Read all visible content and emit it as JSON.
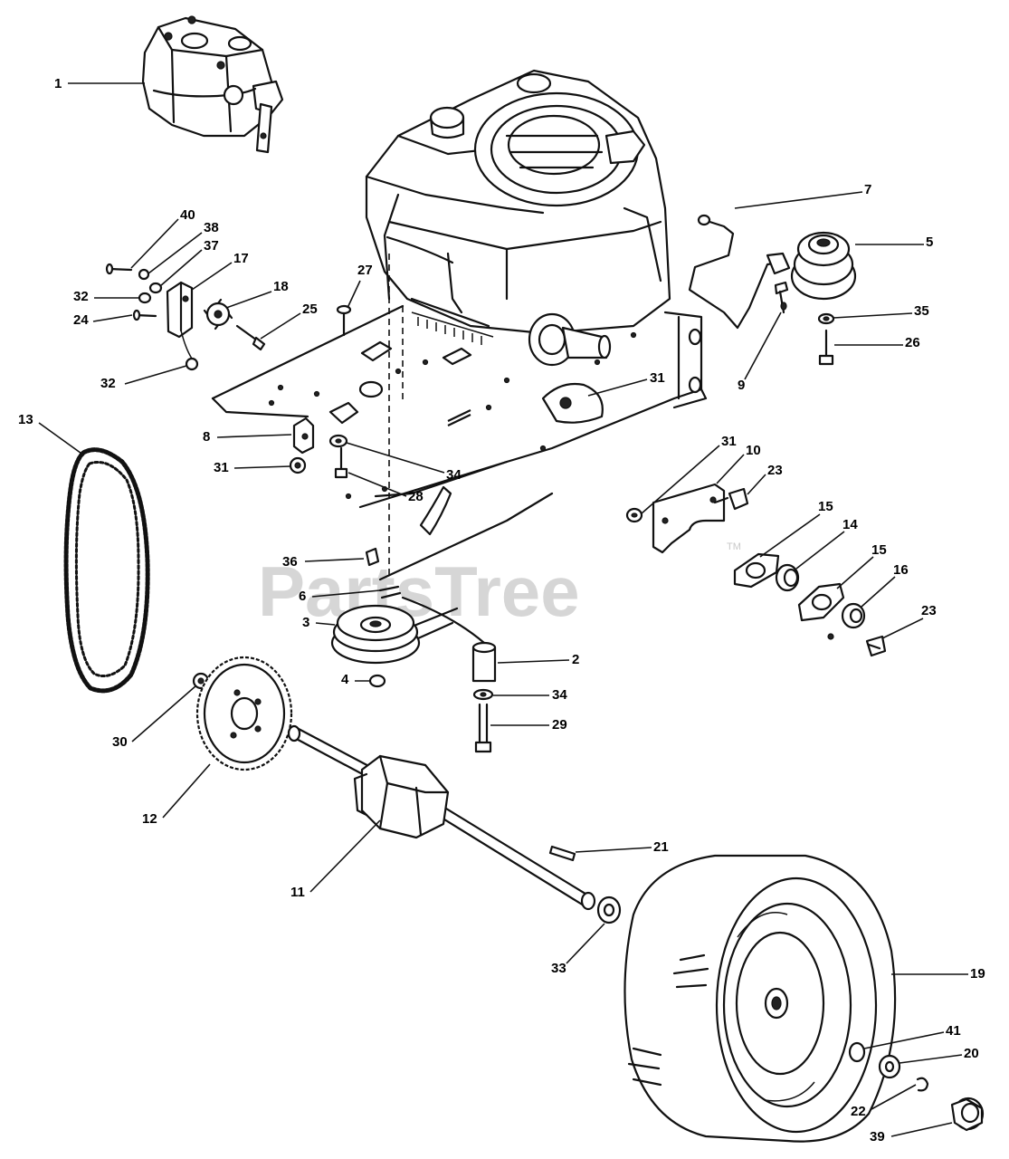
{
  "watermark": {
    "text": "PartsTree",
    "trademark": "TM"
  },
  "callouts": [
    {
      "label": "1",
      "name": "callout-1"
    },
    {
      "label": "40",
      "name": "callout-40"
    },
    {
      "label": "38",
      "name": "callout-38"
    },
    {
      "label": "37",
      "name": "callout-37"
    },
    {
      "label": "17",
      "name": "callout-17"
    },
    {
      "label": "32",
      "name": "callout-32-upper"
    },
    {
      "label": "24",
      "name": "callout-24"
    },
    {
      "label": "18",
      "name": "callout-18"
    },
    {
      "label": "25",
      "name": "callout-25"
    },
    {
      "label": "32",
      "name": "callout-32-lower"
    },
    {
      "label": "27",
      "name": "callout-27"
    },
    {
      "label": "13",
      "name": "callout-13"
    },
    {
      "label": "8",
      "name": "callout-8"
    },
    {
      "label": "31",
      "name": "callout-31-left"
    },
    {
      "label": "34",
      "name": "callout-34-upper"
    },
    {
      "label": "28",
      "name": "callout-28"
    },
    {
      "label": "31",
      "name": "callout-31-center"
    },
    {
      "label": "7",
      "name": "callout-7"
    },
    {
      "label": "5",
      "name": "callout-5"
    },
    {
      "label": "35",
      "name": "callout-35"
    },
    {
      "label": "26",
      "name": "callout-26"
    },
    {
      "label": "9",
      "name": "callout-9"
    },
    {
      "label": "31",
      "name": "callout-31-right"
    },
    {
      "label": "10",
      "name": "callout-10"
    },
    {
      "label": "23",
      "name": "callout-23-upper"
    },
    {
      "label": "15",
      "name": "callout-15-left"
    },
    {
      "label": "14",
      "name": "callout-14"
    },
    {
      "label": "15",
      "name": "callout-15-right"
    },
    {
      "label": "16",
      "name": "callout-16"
    },
    {
      "label": "23",
      "name": "callout-23-lower"
    },
    {
      "label": "36",
      "name": "callout-36"
    },
    {
      "label": "6",
      "name": "callout-6"
    },
    {
      "label": "3",
      "name": "callout-3"
    },
    {
      "label": "2",
      "name": "callout-2"
    },
    {
      "label": "4",
      "name": "callout-4"
    },
    {
      "label": "34",
      "name": "callout-34-lower"
    },
    {
      "label": "29",
      "name": "callout-29"
    },
    {
      "label": "30",
      "name": "callout-30"
    },
    {
      "label": "12",
      "name": "callout-12"
    },
    {
      "label": "21",
      "name": "callout-21"
    },
    {
      "label": "11",
      "name": "callout-11"
    },
    {
      "label": "33",
      "name": "callout-33"
    },
    {
      "label": "19",
      "name": "callout-19"
    },
    {
      "label": "41",
      "name": "callout-41"
    },
    {
      "label": "20",
      "name": "callout-20"
    },
    {
      "label": "22",
      "name": "callout-22"
    },
    {
      "label": "39",
      "name": "callout-39"
    }
  ]
}
